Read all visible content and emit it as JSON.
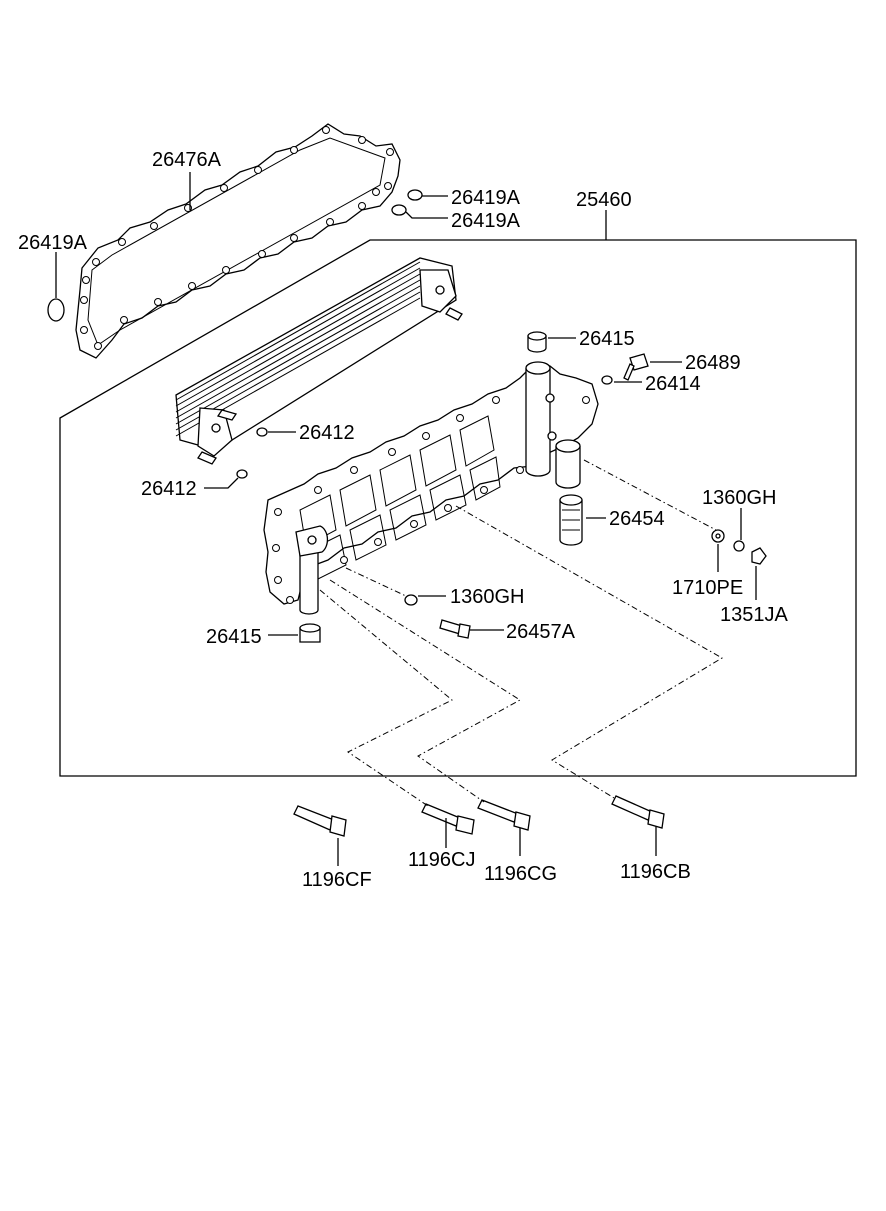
{
  "labels": {
    "p26476A": "26476A",
    "p26419A_top1": "26419A",
    "p26419A_top2": "26419A",
    "p26419A_left": "26419A",
    "p25460": "25460",
    "p26415_top": "26415",
    "p26489": "26489",
    "p26414": "26414",
    "p26412_upper": "26412",
    "p26412_lower": "26412",
    "p26454": "26454",
    "p1360GH_right": "1360GH",
    "p1710PE": "1710PE",
    "p1351JA": "1351JA",
    "p1360GH_mid": "1360GH",
    "p26457A": "26457A",
    "p26415_bottom": "26415",
    "p1196CF": "1196CF",
    "p1196CJ": "1196CJ",
    "p1196CG": "1196CG",
    "p1196CB": "1196CB"
  }
}
